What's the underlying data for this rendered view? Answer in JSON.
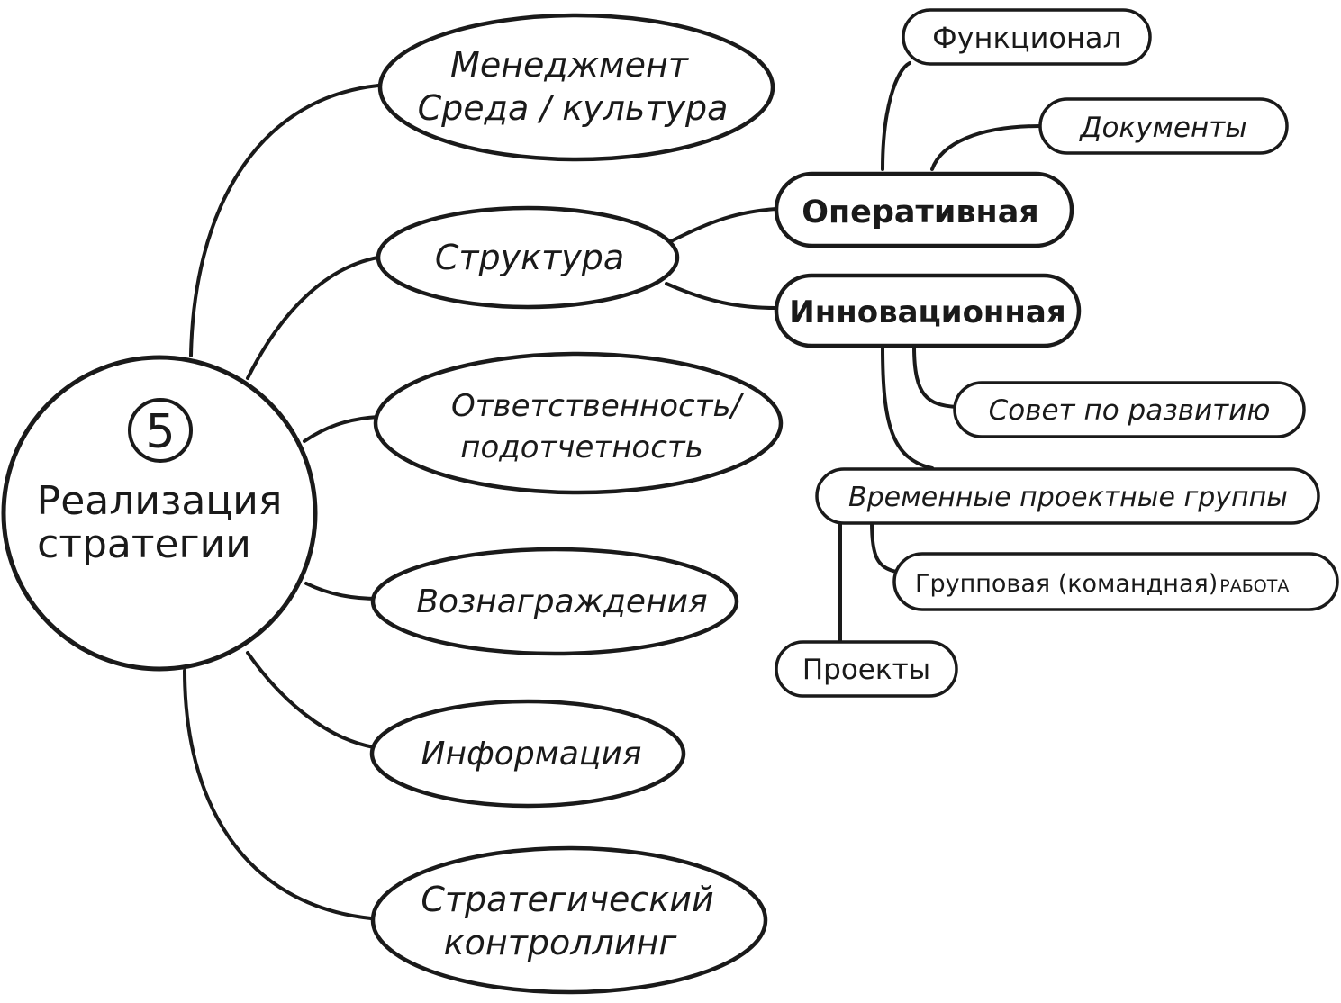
{
  "diagram": {
    "center": {
      "number": "5",
      "line1": "Реализация",
      "line2": "стратегии"
    },
    "branches": {
      "management": {
        "line1": "Менеджмент",
        "line2": "Среда / культура"
      },
      "structure": {
        "label": "Структура"
      },
      "responsibility": {
        "line1": "Ответственность/",
        "line2": "подотчетность"
      },
      "rewards": {
        "label": "Вознаграждения"
      },
      "information": {
        "label": "Информация"
      },
      "controlling": {
        "line1": "Стратегический",
        "line2": "контроллинг"
      }
    },
    "structure_children": {
      "operational": {
        "label": "Оперативная"
      },
      "innovative": {
        "label": "Инновационная"
      }
    },
    "operational_children": {
      "functional": {
        "label": "Функционал"
      },
      "documents": {
        "label": "Документы"
      }
    },
    "innovative_children": {
      "council": {
        "label": "Совет по развитию"
      },
      "temp_groups": {
        "label": "Временные проектные группы"
      }
    },
    "temp_group_children": {
      "teamwork_main": {
        "label": "Групповая (командная)"
      },
      "teamwork_small": {
        "label": "РАБОТА"
      },
      "projects": {
        "label": "Проекты"
      }
    },
    "colors": {
      "ink": "#1a1a1a",
      "paper": "#ffffff"
    }
  }
}
